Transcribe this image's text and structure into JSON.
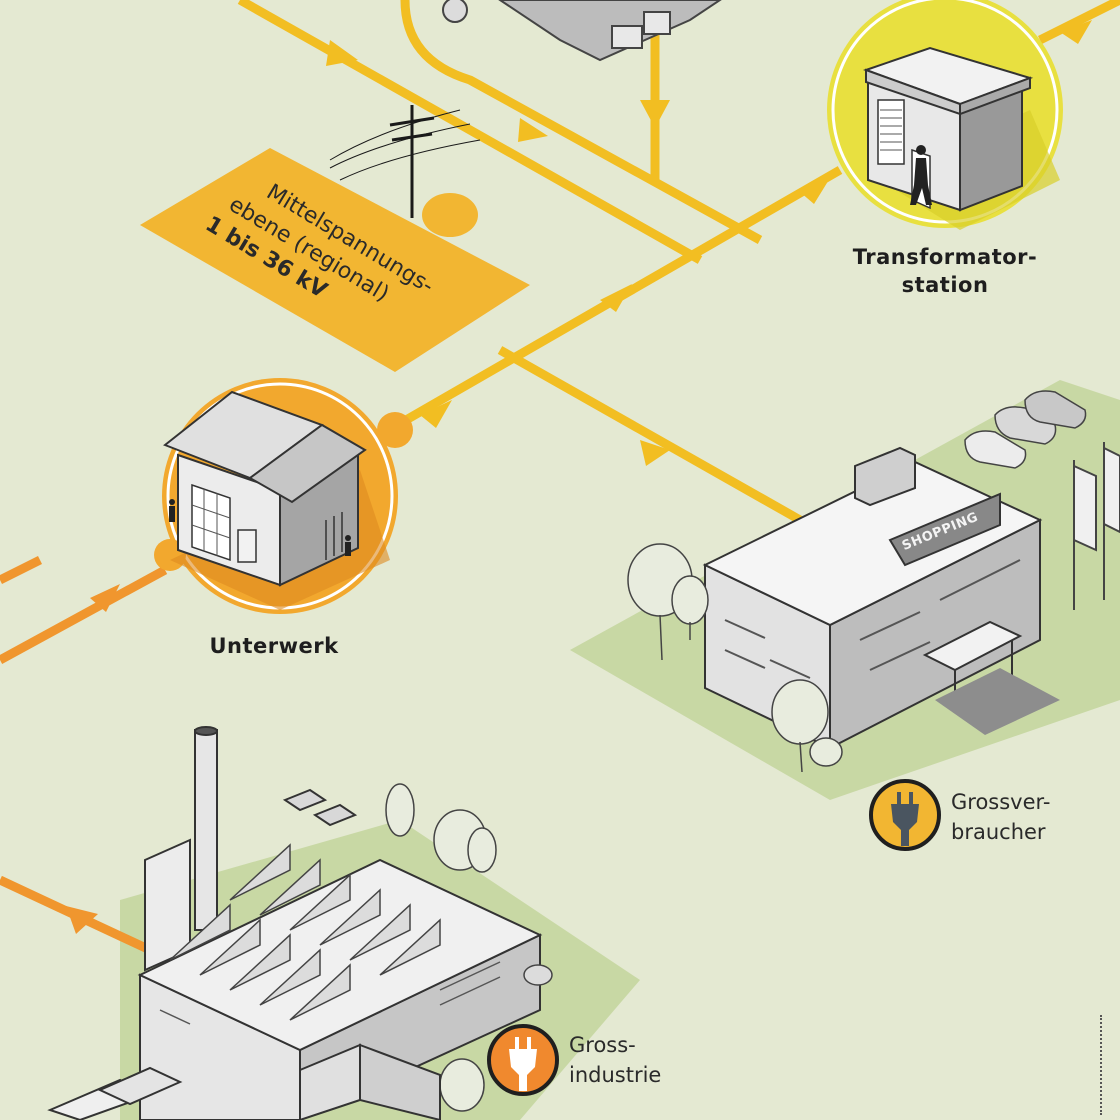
{
  "transformer_station": {
    "label_line1": "Transformator-",
    "label_line2": "station"
  },
  "substation": {
    "label": "Unterwerk"
  },
  "medium_voltage": {
    "line1": "Mittelspannungs-",
    "line2": "ebene (regional)",
    "line3": "1 bis 36 kV"
  },
  "shopping_sign": "SHOPPING",
  "large_consumer": {
    "line1": "Grossver-",
    "line2": "braucher"
  },
  "heavy_industry": {
    "line1": "Gross-",
    "line2": "industrie"
  },
  "colors": {
    "background": "#e4e9d2",
    "yellow_line": "#f2be22",
    "orange_line": "#f0962e",
    "medium_voltage_box": "#f2b632",
    "transformer_circle": "#e8e040",
    "substation_circle": "#f2a82e",
    "large_consumer_icon": "#f2b632",
    "heavy_industry_icon": "#f0892e",
    "lawn": "#c8d8a4"
  },
  "icons": {
    "large_consumer": "plug-icon",
    "heavy_industry": "plug-icon"
  }
}
